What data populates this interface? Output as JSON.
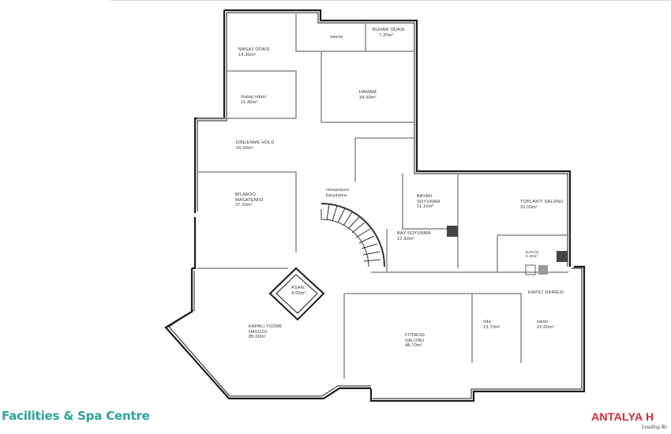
{
  "plan": {
    "rooms": [
      {
        "id": "masaj-odasi-1",
        "name": "MASAJ ODASI",
        "area": "14.30m²"
      },
      {
        "id": "sauna",
        "name": "sauna",
        "area": ""
      },
      {
        "id": "buhar-odasi",
        "name": "BUHAR ODASI",
        "area": "7.20m²"
      },
      {
        "id": "masaj-odasi-2",
        "name": "masaj odası",
        "area": "11.40m²"
      },
      {
        "id": "hamam",
        "name": "HAMAM",
        "area": "34.50m²"
      },
      {
        "id": "dinlenme-holu",
        "name": "DİNLENME HOLÜ",
        "area": "20.00m²"
      },
      {
        "id": "bilardo",
        "name": "BİLARDO",
        "name2": "MASATENİSİ",
        "area": "37.20m²"
      },
      {
        "id": "resepsiyon",
        "name": "resepsiyon",
        "name2": "karşılama",
        "area": ""
      },
      {
        "id": "bayan-soyunma",
        "name": "BAYAN",
        "name2": "SOYUNMA",
        "area": "11.10m²"
      },
      {
        "id": "bay-soyunma",
        "name": "BAY SOYUNMA",
        "area": "12.30m²"
      },
      {
        "id": "toplanti-salonu",
        "name": "TOPLANTI SALONU",
        "area": "31.00m²"
      },
      {
        "id": "banyo",
        "name": "BANYO",
        "area": "5.30m²"
      },
      {
        "id": "kapici-dairesi",
        "name": "KAPICI DAİRESİ",
        "area": ""
      },
      {
        "id": "asansor",
        "name": "ASAN.",
        "area": "4.00m²"
      },
      {
        "id": "havuz",
        "name": "KAPALI YÜZME",
        "name2": "HAVUZU",
        "area": "85.00m²"
      },
      {
        "id": "fitness",
        "name": "FITNESS",
        "name2": "SALONU",
        "area": "48.70m²"
      },
      {
        "id": "oda",
        "name": "oda",
        "area": "13.70m²"
      },
      {
        "id": "salon",
        "name": "salon",
        "area": "22.00m²"
      }
    ]
  },
  "footer": {
    "caption": "Facilities & Spa Centre",
    "brand": "ANTALYA H",
    "tagline": "Leading Re"
  },
  "colors": {
    "caption": "#2aa59a",
    "brand": "#e1262f",
    "wall": "#1a1a1a",
    "inner_wall": "#8a8a8a"
  }
}
